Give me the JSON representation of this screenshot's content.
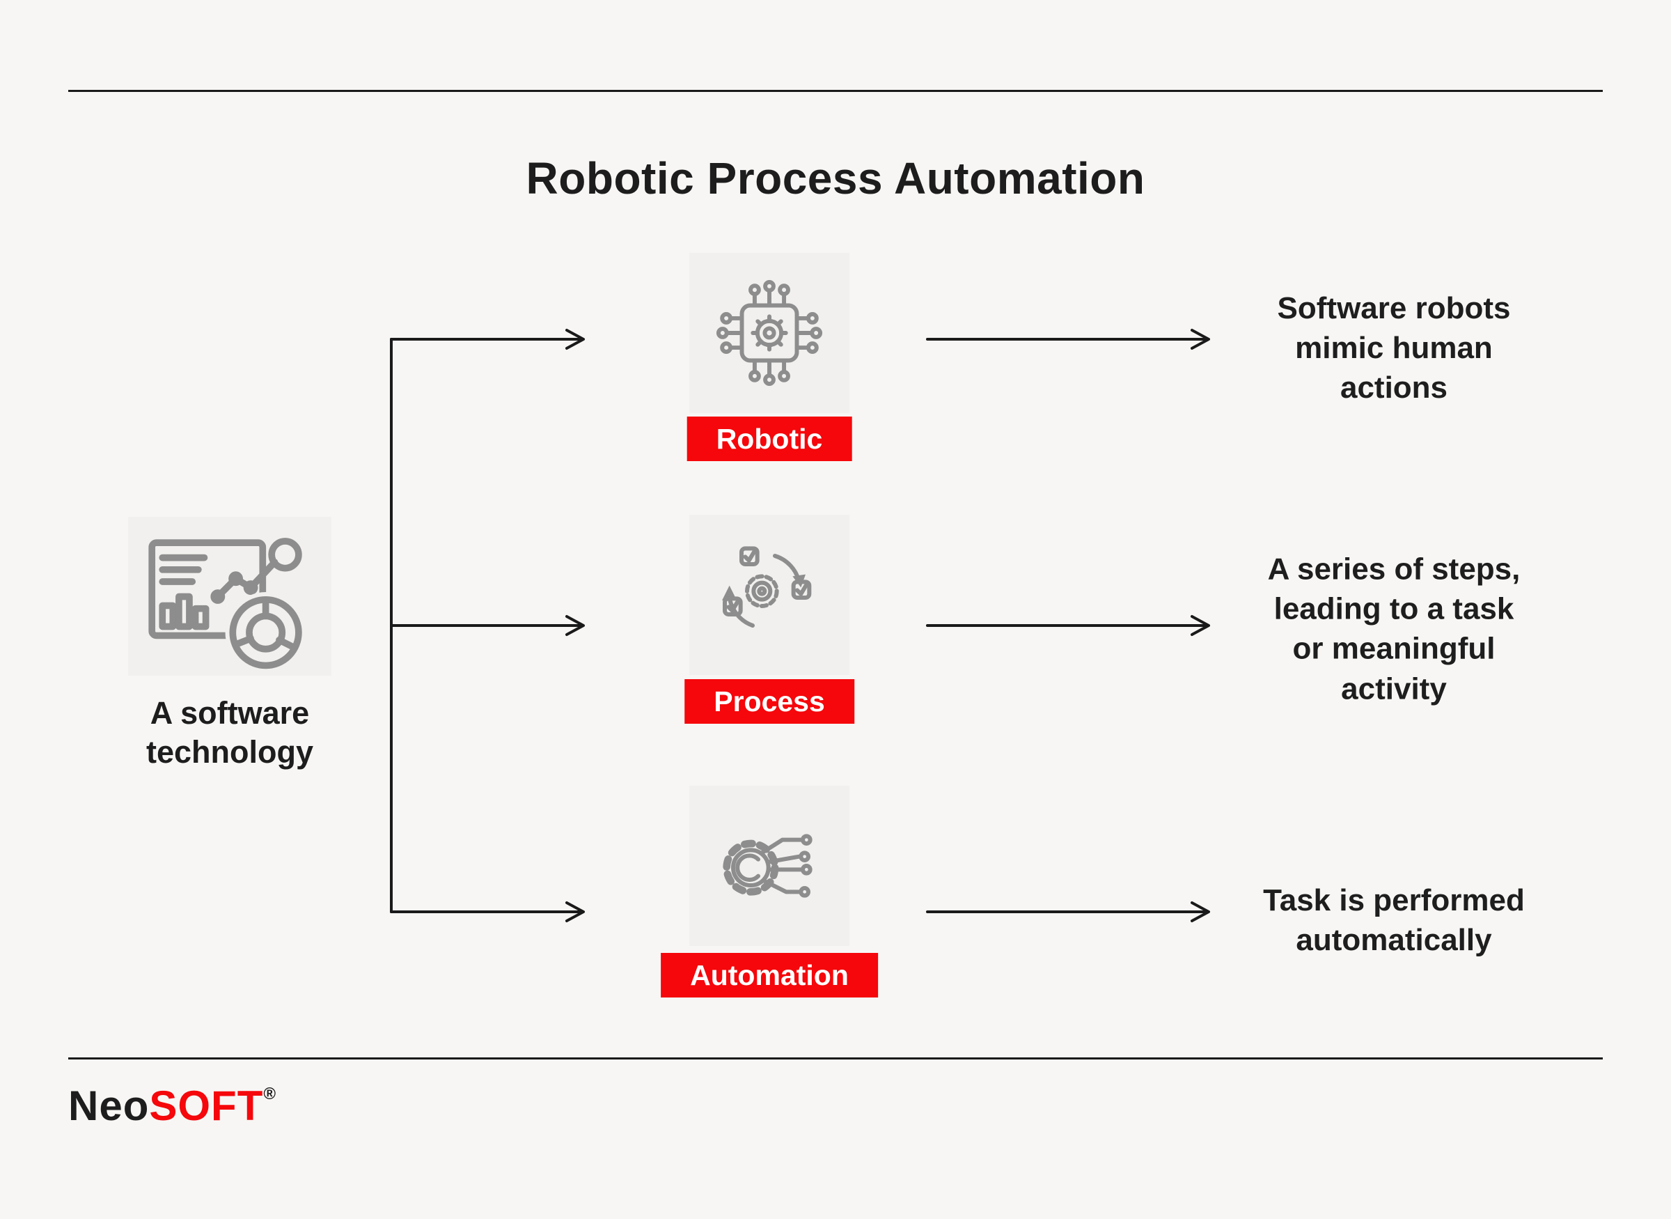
{
  "title": "Robotic Process Automation",
  "source": {
    "caption": "A software\ntechnology",
    "icon": "analytics-chart-icon"
  },
  "rows": [
    {
      "label": "Robotic",
      "icon": "chip-circuit-gear-icon",
      "description": "Software robots\nmimic human\nactions"
    },
    {
      "label": "Process",
      "icon": "process-cycle-checklist-icon",
      "description": "A series of steps,\nleading to a task\nor meaningful\nactivity"
    },
    {
      "label": "Automation",
      "icon": "automation-gear-circuit-icon",
      "description": "Task is performed\nautomatically"
    }
  ],
  "logo": {
    "prefix": "Neo",
    "suffix": "SOFT",
    "registered": "®"
  },
  "colors": {
    "accent": "#f5070b",
    "text": "#1d1d1d",
    "line": "#1a1a1a",
    "icon_stroke": "#8d8d8d",
    "tile_background": "#f1f0ee",
    "page_background": "#f7f6f4",
    "label_text": "#ffffff"
  }
}
